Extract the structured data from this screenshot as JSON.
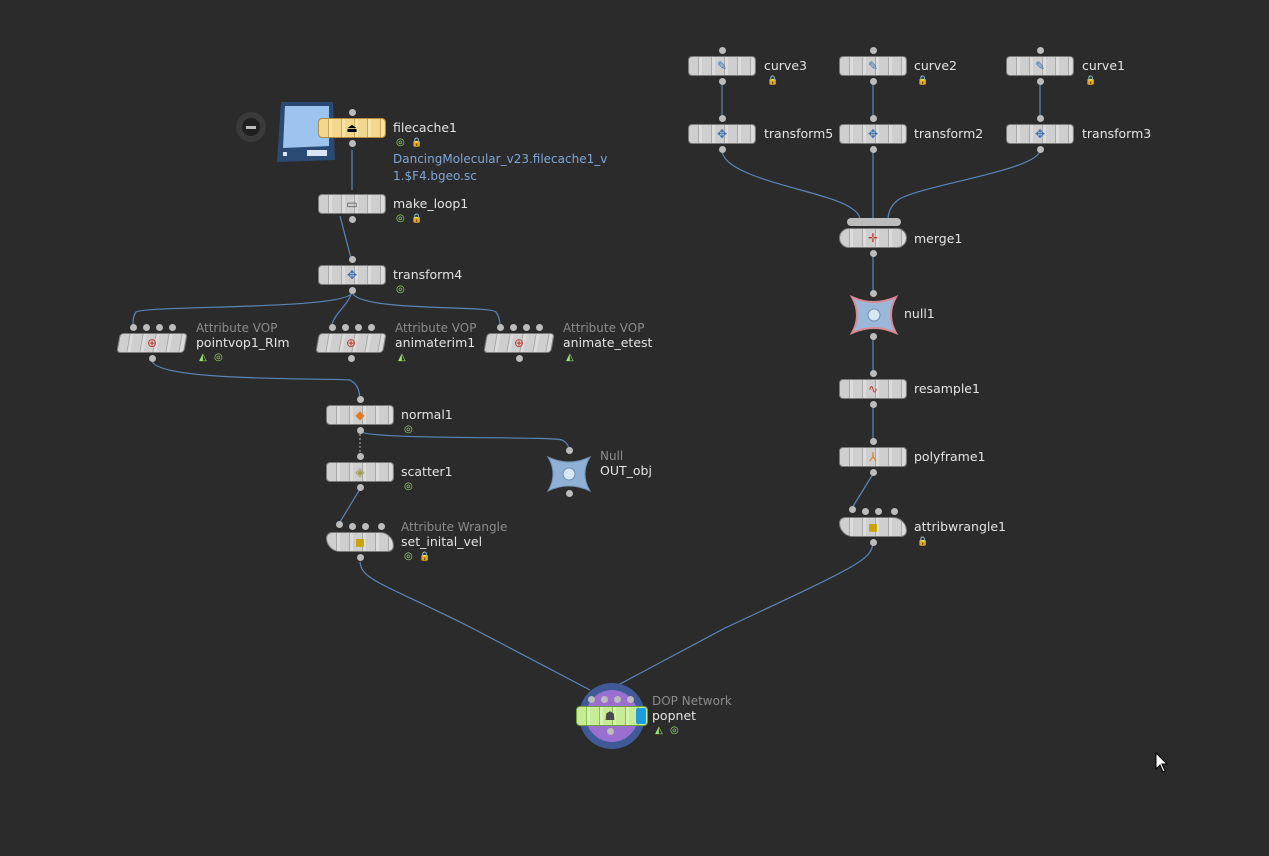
{
  "colors": {
    "background": "#2b2b2b",
    "wire": "#5b86b8",
    "text": "#e4e4e4",
    "type_text": "#8c8c8c",
    "path_text": "#7fa6d8",
    "display_flag": "#9ee26e"
  },
  "nodes": {
    "filecache1": {
      "name": "filecache1",
      "icon": "filecache-icon",
      "path_line1": "DancingMolecular_v23.filecache1_v",
      "path_line2": "1.$F4.bgeo.sc",
      "flags": [
        "display-flag-icon",
        "lock-icon"
      ]
    },
    "make_loop1": {
      "name": "make_loop1",
      "icon": "timeshift-icon",
      "flags": [
        "display-flag-icon",
        "lock-icon"
      ]
    },
    "transform4": {
      "name": "transform4",
      "icon": "transform-icon",
      "flags": [
        "display-flag-icon"
      ]
    },
    "pointvop1": {
      "type": "Attribute VOP",
      "name": "pointvop1_RIm",
      "icon": "vop-icon",
      "flags": [
        "bypass-icon",
        "display-flag-icon"
      ]
    },
    "animaterim1": {
      "type": "Attribute VOP",
      "name": "animaterim1",
      "icon": "vop-icon",
      "flags": [
        "bypass-icon"
      ]
    },
    "animate_etest": {
      "type": "Attribute VOP",
      "name": "animate_etest",
      "icon": "vop-icon",
      "flags": [
        "bypass-icon"
      ]
    },
    "normal1": {
      "name": "normal1",
      "icon": "normal-icon",
      "flags": [
        "display-flag-icon"
      ]
    },
    "scatter1": {
      "name": "scatter1",
      "icon": "scatter-icon",
      "flags": [
        "display-flag-icon"
      ]
    },
    "out_obj": {
      "type": "Null",
      "name": "OUT_obj",
      "icon": "null-icon"
    },
    "set_inital_vel": {
      "type": "Attribute Wrangle",
      "name": "set_inital_vel",
      "icon": "wrangle-icon",
      "flags": [
        "display-flag-icon",
        "lock-icon"
      ]
    },
    "curve3": {
      "name": "curve3",
      "icon": "curve-icon",
      "flags": [
        "lock-icon"
      ]
    },
    "curve2": {
      "name": "curve2",
      "icon": "curve-icon",
      "flags": [
        "lock-icon"
      ]
    },
    "curve1": {
      "name": "curve1",
      "icon": "curve-icon",
      "flags": [
        "lock-icon"
      ]
    },
    "transform5": {
      "name": "transform5",
      "icon": "transform-icon"
    },
    "transform2": {
      "name": "transform2",
      "icon": "transform-icon"
    },
    "transform3": {
      "name": "transform3",
      "icon": "transform-icon"
    },
    "merge1": {
      "name": "merge1",
      "icon": "merge-icon"
    },
    "null1": {
      "name": "null1",
      "icon": "null-icon"
    },
    "resample1": {
      "name": "resample1",
      "icon": "resample-icon"
    },
    "polyframe1": {
      "name": "polyframe1",
      "icon": "polyframe-icon"
    },
    "attribwrangle1": {
      "name": "attribwrangle1",
      "icon": "wrangle-icon",
      "flags": [
        "lock-icon"
      ]
    },
    "popnet": {
      "type": "DOP Network",
      "name": "popnet",
      "icon": "dopnet-icon",
      "flags": [
        "bypass-icon",
        "display-flag-icon"
      ]
    }
  },
  "icons": {
    "cursor": "mouse-pointer-icon",
    "disk": "disk-drive-icon",
    "disabled_badge": "minus-badge-icon"
  }
}
